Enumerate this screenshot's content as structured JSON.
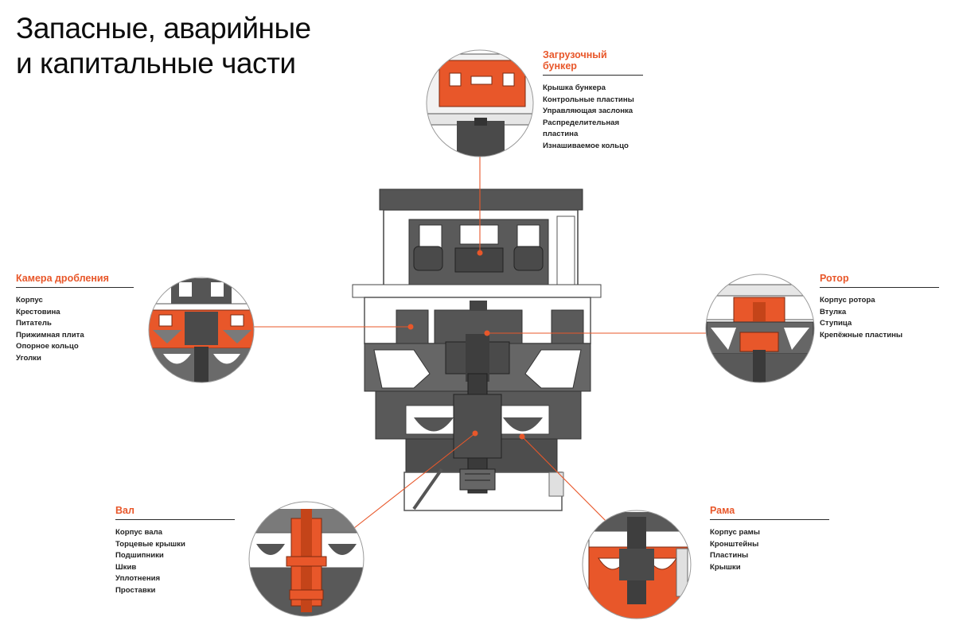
{
  "title": {
    "line1": "Запасные, аварийные",
    "line2": "и капитальные части"
  },
  "colors": {
    "accent": "#e8572a",
    "machine": "#4a4a4a",
    "machine_light": "#7a7a7a"
  },
  "sections": {
    "hopper": {
      "name": "Загрузочный бункер",
      "items": [
        "Крышка бункера",
        "Контрольные пластины",
        "Управляющая заслонка",
        "Распределительная пластина",
        "Изнашиваемое кольцо"
      ]
    },
    "chamber": {
      "name": "Камера дробления",
      "items": [
        "Корпус",
        "Крестовина",
        "Питатель",
        "Прижимная плита",
        "Опорное кольцо",
        "Уголки"
      ]
    },
    "rotor": {
      "name": "Ротор",
      "items": [
        "Корпус ротора",
        "Втулка",
        "Ступица",
        "Крепёжные пластины"
      ]
    },
    "shaft": {
      "name": "Вал",
      "items": [
        "Корпус вала",
        "Торцевые крышки",
        "Подшипники",
        "Шкив",
        "Уплотнения",
        "Проставки"
      ]
    },
    "frame": {
      "name": "Рама",
      "items": [
        "Корпус рамы",
        "Кронштейны",
        "Пластины",
        "Крышки"
      ]
    }
  }
}
